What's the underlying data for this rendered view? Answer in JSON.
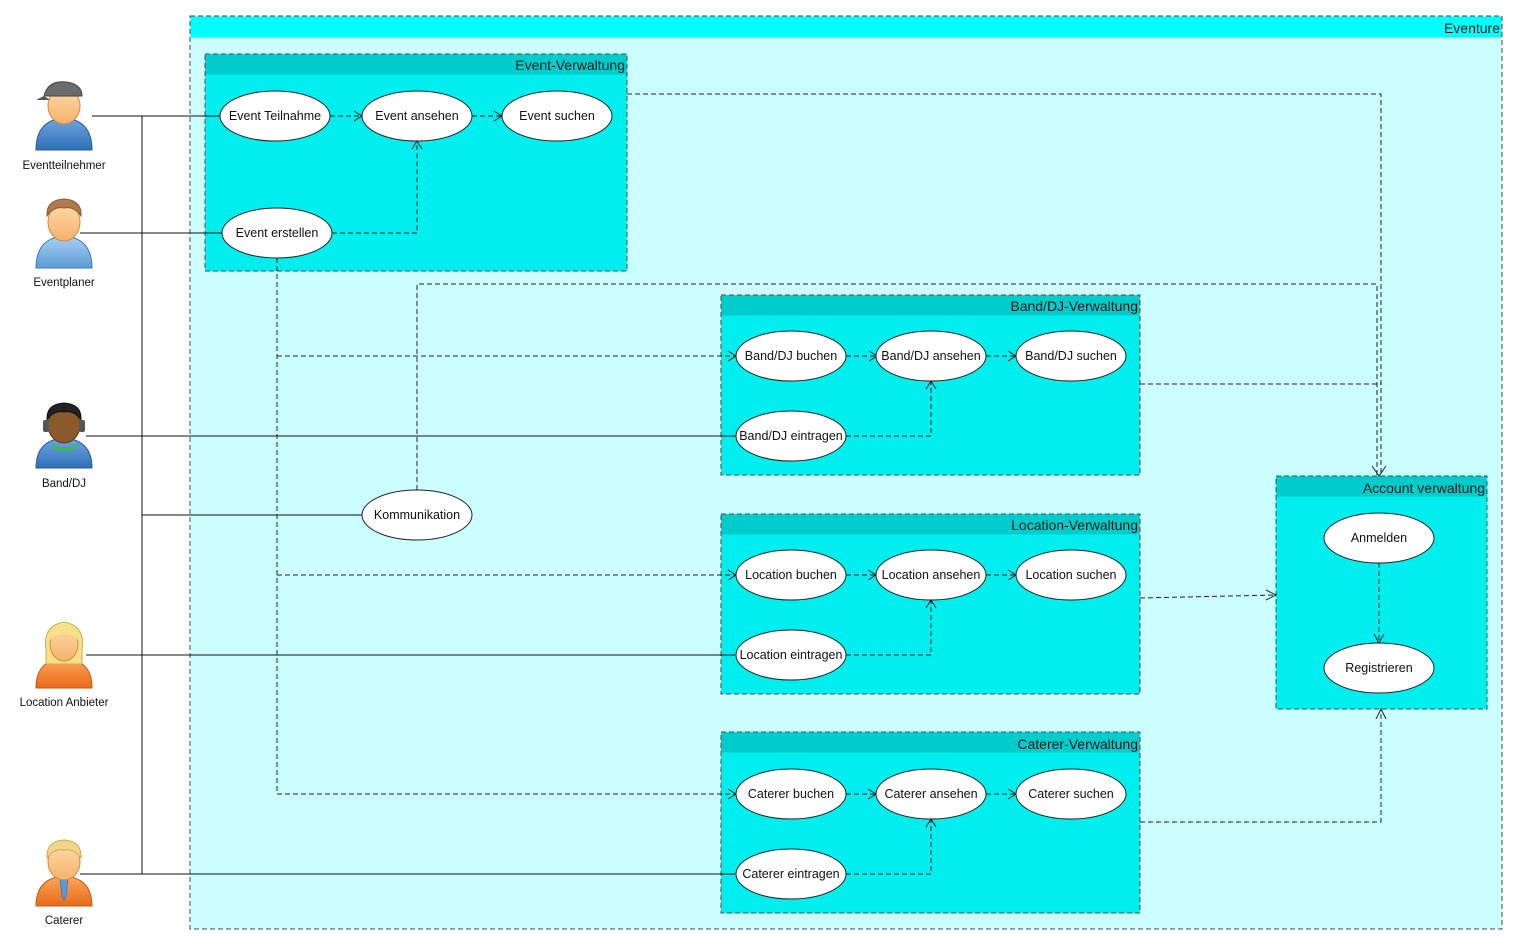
{
  "system": {
    "title": "Eventure"
  },
  "packages": {
    "event": {
      "title": "Event-Verwaltung"
    },
    "band": {
      "title": "Band/DJ-Verwaltung"
    },
    "location": {
      "title": "Location-Verwaltung"
    },
    "caterer": {
      "title": "Caterer-Verwaltung"
    },
    "account": {
      "title": "Account verwaltung"
    }
  },
  "use_cases": {
    "event_teilnahme": "Event Teilnahme",
    "event_ansehen": "Event ansehen",
    "event_suchen": "Event suchen",
    "event_erstellen": "Event erstellen",
    "band_buchen": "Band/DJ buchen",
    "band_ansehen": "Band/DJ ansehen",
    "band_suchen": "Band/DJ suchen",
    "band_eintragen": "Band/DJ eintragen",
    "kommunikation": "Kommunikation",
    "location_buchen": "Location buchen",
    "location_ansehen": "Location ansehen",
    "location_suchen": "Location suchen",
    "location_eintragen": "Location eintragen",
    "caterer_buchen": "Caterer buchen",
    "caterer_ansehen": "Caterer ansehen",
    "caterer_suchen": "Caterer suchen",
    "caterer_eintragen": "Caterer eintragen",
    "anmelden": "Anmelden",
    "registrieren": "Registrieren"
  },
  "actors": {
    "eventteilnehmer": {
      "label": "Eventteilnehmer",
      "icon": "person-cap-icon"
    },
    "eventplaner": {
      "label": "Eventplaner",
      "icon": "person-icon"
    },
    "band_dj": {
      "label": "Band/DJ",
      "icon": "person-headphones-icon"
    },
    "location_anbieter": {
      "label": "Location Anbieter",
      "icon": "person-female-icon"
    },
    "caterer": {
      "label": "Caterer",
      "icon": "person-tie-icon"
    }
  },
  "colors": {
    "system_bg": "#ccffff",
    "system_header": "#00ffff",
    "package_bg": "#00eeee",
    "package_header": "#00cccc"
  }
}
